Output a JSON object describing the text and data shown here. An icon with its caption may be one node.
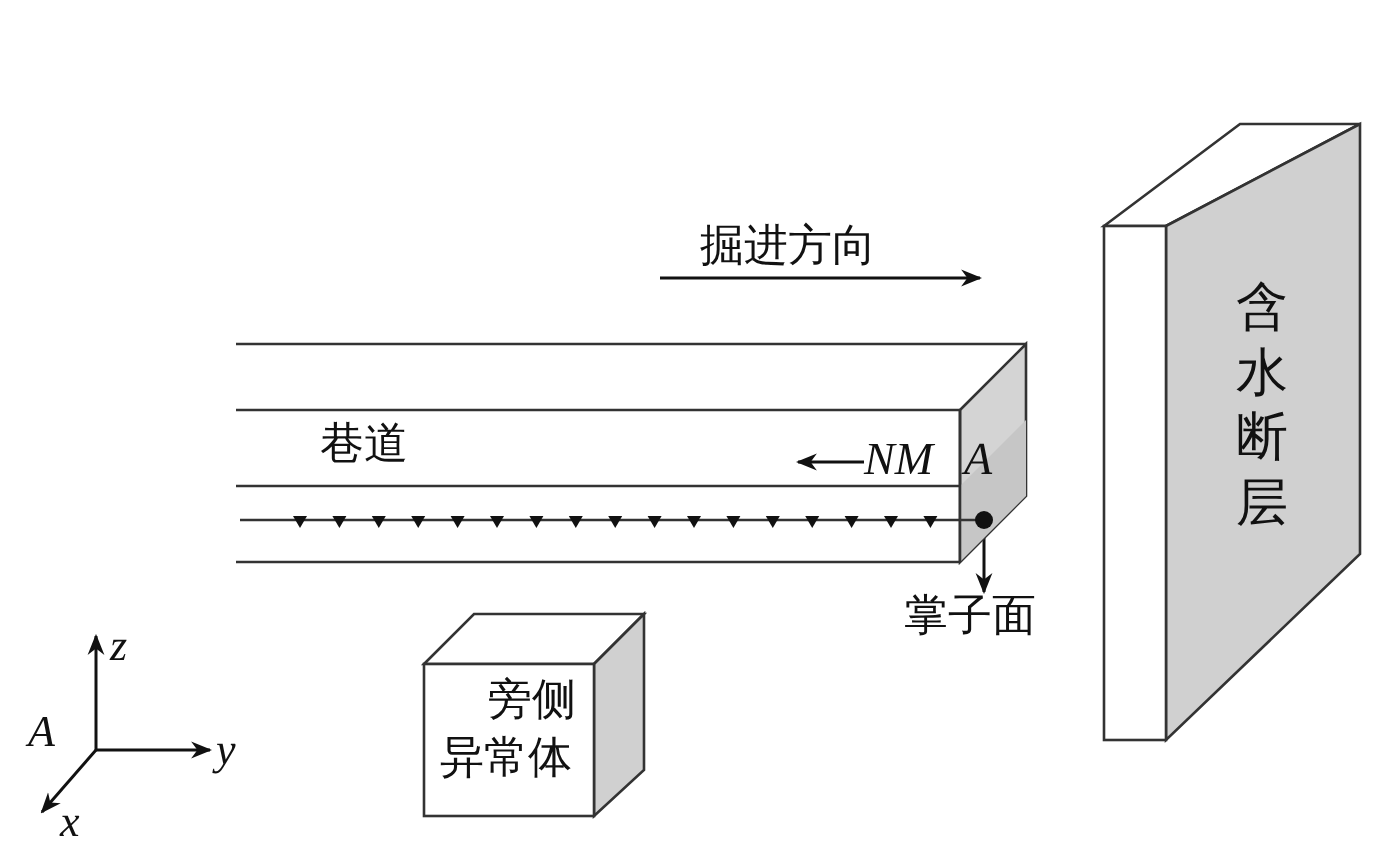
{
  "diagram": {
    "nodes": [
      {
        "text": [
          "巷道"
        ]
      },
      {
        "text": [
          "含水断层"
        ]
      },
      {
        "text": [
          "旁侧异常体"
        ]
      },
      {
        "text": [
          "掌子面"
        ]
      },
      {
        "text": [],
        "shape": "circle",
        "in": 0
      }
    ],
    "edges": [
      {
        "from": 4,
        "to": 3,
        "arrow": "to"
      }
    ],
    "labels": [
      "掘进方向",
      "NM",
      "A",
      "z",
      "A",
      "y",
      "x"
    ]
  }
}
